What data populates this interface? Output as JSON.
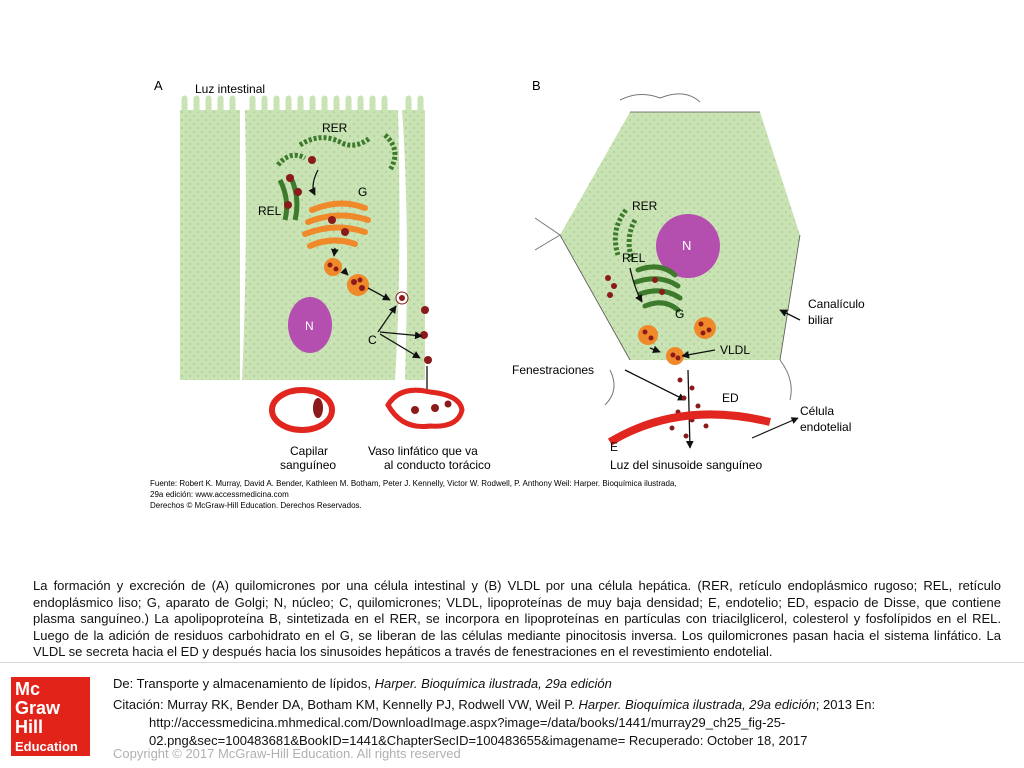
{
  "figure": {
    "panel_a": {
      "letter": "A",
      "lumen_label": "Luz intestinal",
      "rer_label": "RER",
      "rel_label": "REL",
      "golgi_label": "G",
      "nucleus_label": "N",
      "chylomicron_label": "C",
      "capillary_label_1": "Capilar",
      "capillary_label_2": "sanguíneo",
      "lymph_label_1": "Vaso linfático que va",
      "lymph_label_2": "al conducto torácico"
    },
    "panel_b": {
      "letter": "B",
      "rer_label": "RER",
      "rel_label": "REL",
      "nucleus_label": "N",
      "golgi_label": "G",
      "vldl_label": "VLDL",
      "canaliculus_label_1": "Canalículo",
      "canaliculus_label_2": "biliar",
      "fenestrations_label": "Fenestraciones",
      "ed_label": "ED",
      "endothelial_label_1": "Célula",
      "endothelial_label_2": "endotelial",
      "e_label": "E",
      "sinusoid_label": "Luz del sinusoide sanguíneo"
    },
    "source_line_1": "Fuente: Robert K. Murray, David A. Bender, Kathleen M. Botham, Peter J. Kennelly, Victor W. Rodwell, P. Anthony Weil: Harper. Bioquímica ilustrada,",
    "source_line_2": "29a edición: www.accessmedicina.com",
    "source_line_3": "Derechos © McGraw-Hill Education. Derechos Reservados.",
    "colors": {
      "cell": "#c9e3b4",
      "er": "#3d7a2c",
      "golgi": "#f0892a",
      "particle": "#8b1a1a",
      "nucleus": "#b44fb0",
      "blood": "#e0261e"
    }
  },
  "caption": "La formación y excreción de (A) quilomicrones por una célula intestinal y (B) VLDL por una célula hepática. (RER, retículo endoplásmico rugoso; REL, retículo endoplásmico liso; G, aparato de Golgi; N, núcleo; C, quilomicrones; VLDL, lipoproteínas de muy baja densidad; E, endotelio; ED, espacio de Disse, que contiene plasma sanguíneo.) La apolipoproteína B, sintetizada en el RER, se incorpora en lipoproteínas en partículas con triacilglicerol, colesterol y fosfolípidos en el REL. Luego de la adición de residuos carbohidrato en el G, se liberan de las células mediante pinocitosis inversa. Los quilomicrones pasan hacia el sistema linfático. La VLDL se secreta hacia el ED y después hacia los sinusoides hepáticos a través de fenestraciones en el revestimiento endotelial.",
  "footer": {
    "logo_lines": [
      "Mc",
      "Graw",
      "Hill",
      "Education"
    ],
    "from_prefix": "De: Transporte y almacenamiento de lípidos, ",
    "from_book": "Harper. Bioquímica ilustrada, 29a edición",
    "citation_prefix": "Citación: Murray RK, Bender DA, Botham KM, Kennelly PJ, Rodwell VW, Weil P. ",
    "citation_book": "Harper. Bioquímica ilustrada, 29a edición",
    "citation_suffix": "; 2013 En:",
    "citation_url": "http://accessmedicina.mhmedical.com/DownloadImage.aspx?image=/data/books/1441/murray29_ch25_fig-25-02.png&sec=100483681&BookID=1441&ChapterSecID=100483655&imagename= Recuperado: October 18, 2017",
    "copyright": "Copyright © 2017 McGraw-Hill Education. All rights reserved"
  }
}
